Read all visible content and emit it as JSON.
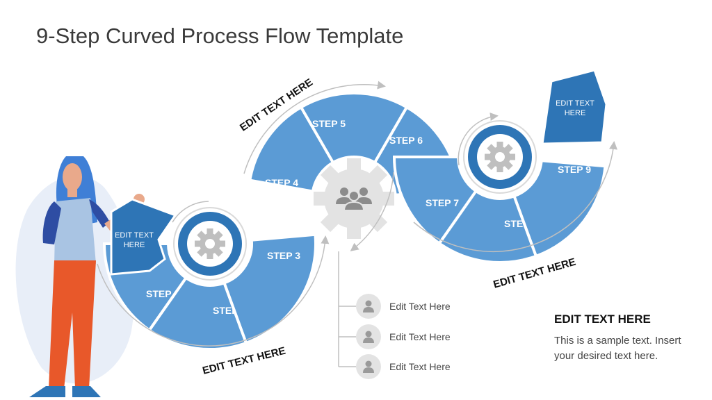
{
  "title": "9-Step Curved Process Flow Template",
  "steps": [
    "STEP 1",
    "STEP 2",
    "STEP 3",
    "STEP 4",
    "STEP 5",
    "STEP 6",
    "STEP 7",
    "STEP 8",
    "STEP 9"
  ],
  "end_boxes": {
    "left": [
      "EDIT TEXT",
      "HERE"
    ],
    "right": [
      "EDIT TEXT",
      "HERE"
    ]
  },
  "arc_labels": {
    "top": "EDIT TEXT HERE",
    "bottom_left": "EDIT TEXT HERE",
    "bottom_right": "EDIT TEXT HERE"
  },
  "list_items": [
    "Edit Text Here",
    "Edit Text Here",
    "Edit Text Here"
  ],
  "info": {
    "heading": "EDIT TEXT HERE",
    "body": "This is a sample text. Insert your desired text here."
  },
  "colors": {
    "step": "#5b9bd5",
    "end_box": "#2e75b6",
    "hub_ring": "#2e75b6",
    "gear": "#bfbfbf",
    "arrow": "#bfbfbf",
    "icon_circle": "#e3e3e3"
  },
  "icons": {
    "center_hub": "people-group-icon",
    "side_hubs": "gear-icon",
    "list": "person-icon"
  }
}
